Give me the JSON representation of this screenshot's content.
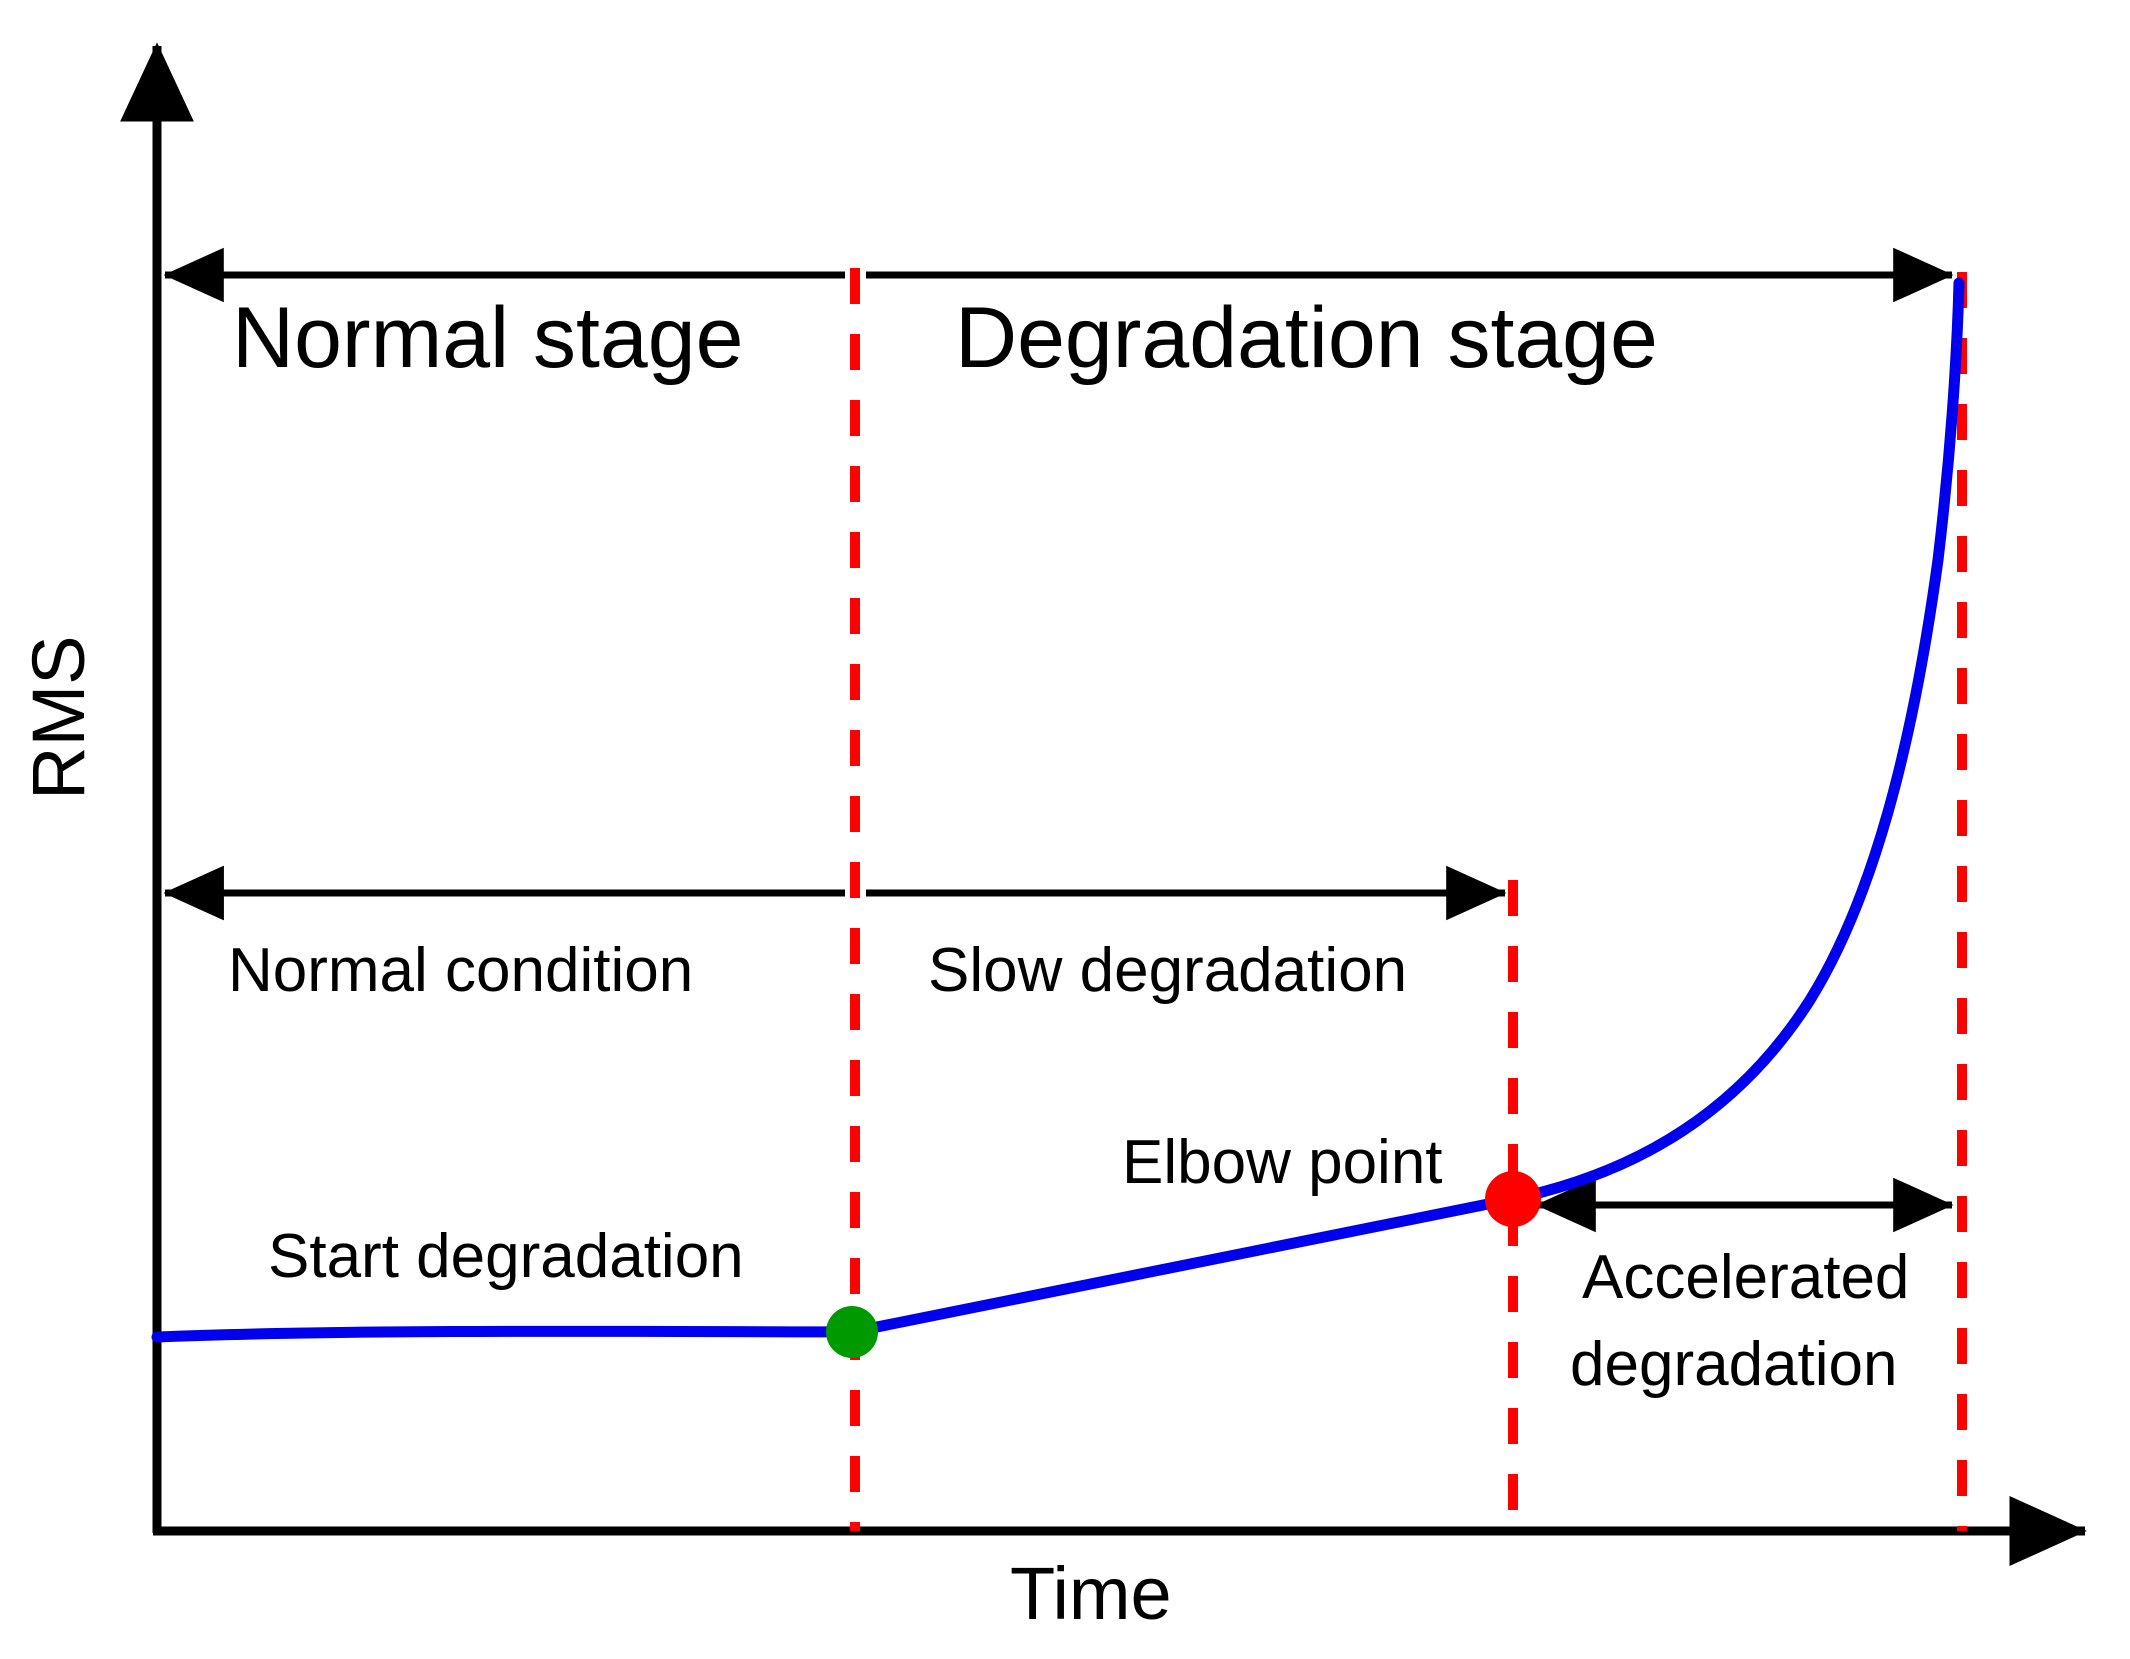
{
  "figure": {
    "title_present": false,
    "axes": {
      "x_label": "Time",
      "y_label": "RMS"
    },
    "stage_band": {
      "items": [
        {
          "label": "Normal stage"
        },
        {
          "label": "Degradation stage"
        }
      ]
    },
    "phase_band": {
      "items": [
        {
          "label": "Normal condition"
        },
        {
          "label": "Slow degradation"
        },
        {
          "label": "Accelerated",
          "label_line2": "degradation"
        }
      ]
    },
    "annotations": {
      "start_degradation": "Start degradation",
      "elbow_point": "Elbow point"
    },
    "markers": [
      {
        "name": "start-degradation-marker",
        "color": "#00a000",
        "label": "Start degradation"
      },
      {
        "name": "elbow-point-marker",
        "color": "#ff0000",
        "label": "Elbow point"
      }
    ],
    "colors": {
      "curve": "#0000ee",
      "divider": "#ff0000",
      "axis": "#000000",
      "start_marker": "#00a000",
      "elbow_marker": "#ff0000",
      "background": "#ffffff"
    }
  },
  "chart_data": {
    "type": "line",
    "title": "",
    "xlabel": "Time",
    "ylabel": "RMS",
    "grid": false,
    "legend": false,
    "axis_ticks": {
      "x": [],
      "y": []
    },
    "axis_style": "arrow-headed schematic axes, no numeric ticks",
    "x": [
      0.0,
      0.1,
      0.2,
      0.3,
      0.36,
      0.4,
      0.45,
      0.5,
      0.55,
      0.6,
      0.65,
      0.69,
      0.72,
      0.76,
      0.8,
      0.84,
      0.88,
      0.91,
      0.93,
      0.95,
      0.96,
      0.97,
      0.98,
      0.99,
      1.0
    ],
    "y": [
      0.09,
      0.09,
      0.09,
      0.09,
      0.09,
      0.105,
      0.125,
      0.145,
      0.165,
      0.185,
      0.205,
      0.22,
      0.245,
      0.285,
      0.34,
      0.41,
      0.5,
      0.58,
      0.645,
      0.72,
      0.77,
      0.82,
      0.875,
      0.93,
      0.97
    ],
    "series": [
      {
        "name": "RMS degradation trend",
        "color": "#0000ee",
        "segments": [
          {
            "name": "normal-condition-flat",
            "x_start": 0.0,
            "x_end": 0.36,
            "shape": "flat"
          },
          {
            "name": "slow-degradation-linear",
            "x_start": 0.36,
            "x_end": 0.69,
            "shape": "gentle-linear-rise"
          },
          {
            "name": "accelerated-degradation-exponential",
            "x_start": 0.69,
            "x_end": 1.0,
            "shape": "exponential-rise"
          }
        ]
      }
    ],
    "annotations": [
      {
        "name": "start-degradation-point",
        "x": 0.36,
        "y": 0.09,
        "marker": "circle",
        "color": "#00a000",
        "label": "Start degradation"
      },
      {
        "name": "elbow-point",
        "x": 0.69,
        "y": 0.22,
        "marker": "circle",
        "color": "#ff0000",
        "label": "Elbow point"
      },
      {
        "name": "divider-1",
        "type": "vline",
        "x": 0.36,
        "color": "#ff0000",
        "style": "dashed"
      },
      {
        "name": "divider-2",
        "type": "vline",
        "x": 0.69,
        "color": "#ff0000",
        "style": "dashed"
      },
      {
        "name": "divider-3",
        "type": "vline",
        "x": 1.0,
        "color": "#ff0000",
        "style": "dashed"
      }
    ],
    "spans": [
      {
        "name": "normal-stage",
        "label": "Normal stage",
        "x_start": 0.0,
        "x_end": 0.36,
        "row": "top"
      },
      {
        "name": "degradation-stage",
        "label": "Degradation stage",
        "x_start": 0.36,
        "x_end": 1.0,
        "row": "top"
      },
      {
        "name": "normal-condition",
        "label": "Normal condition",
        "x_start": 0.0,
        "x_end": 0.36,
        "row": "middle"
      },
      {
        "name": "slow-degradation",
        "label": "Slow degradation",
        "x_start": 0.36,
        "x_end": 0.69,
        "row": "middle"
      },
      {
        "name": "accelerated-degradation",
        "label": "Accelerated degradation",
        "x_start": 0.69,
        "x_end": 1.0,
        "row": "bottom"
      }
    ]
  }
}
